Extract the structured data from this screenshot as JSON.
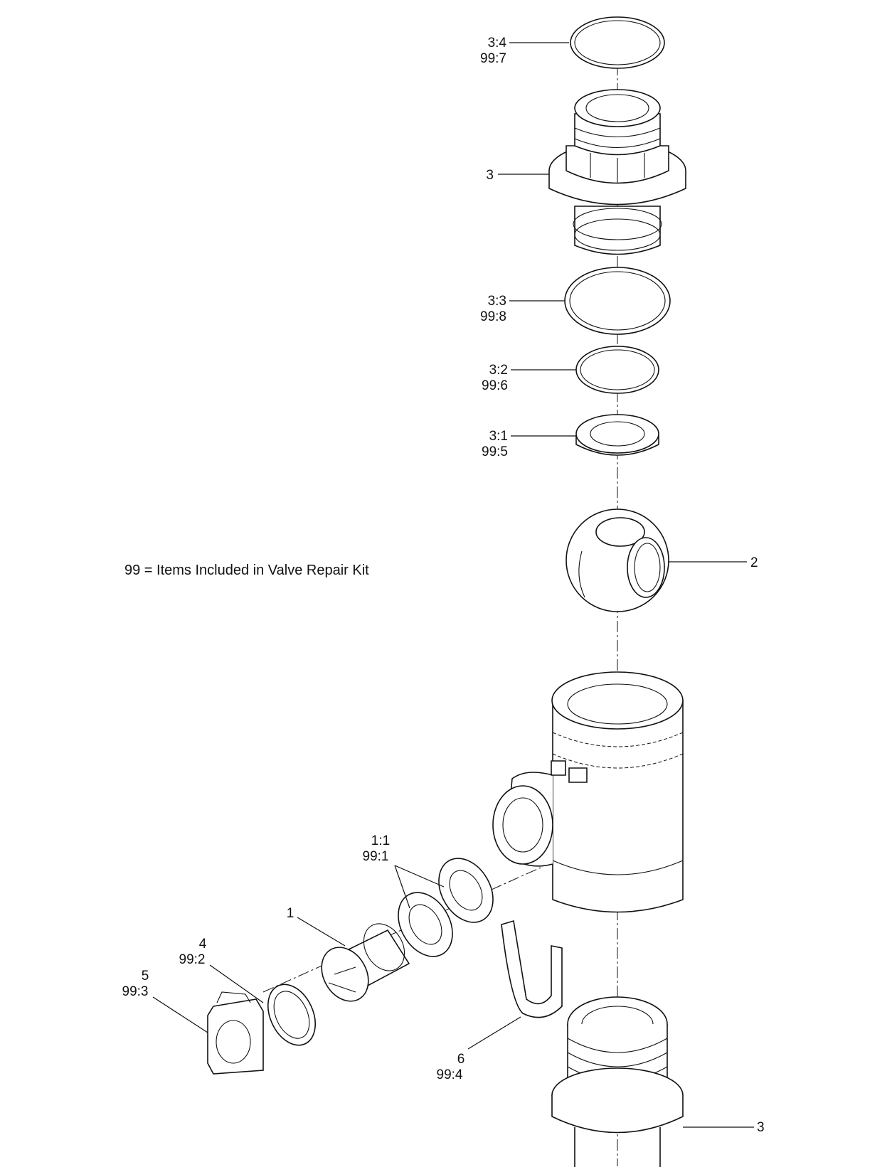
{
  "note": "99 = Items Included in Valve Repair Kit",
  "callouts": {
    "oring_3_4": [
      "3:4",
      "99:7"
    ],
    "adapter_top": [
      "3"
    ],
    "oring_3_3": [
      "3:3",
      "99:8"
    ],
    "oring_3_2": [
      "3:2",
      "99:6"
    ],
    "seat_3_1": [
      "3:1",
      "99:5"
    ],
    "ball": [
      "2"
    ],
    "washers_1_1": [
      "1:1",
      "99:1"
    ],
    "stem": [
      "1"
    ],
    "oring_4": [
      "4",
      "99:2"
    ],
    "handle_5": [
      "5",
      "99:3"
    ],
    "clip_6": [
      "6",
      "99:4"
    ],
    "adapter_bottom": [
      "3"
    ]
  }
}
